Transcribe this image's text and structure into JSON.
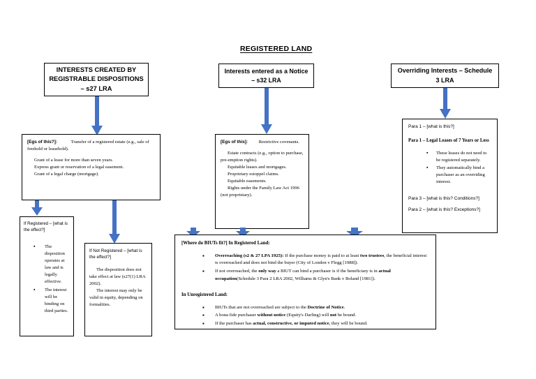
{
  "title": "REGISTERED LAND",
  "accent_color": "#4472C4",
  "headers": {
    "left": "INTERESTS CREATED BY REGISTRABLE DISPOSITIONS – s27 LRA",
    "middle": "Interests entered as a Notice – s32 LRA",
    "right": "Overriding Interests – Schedule 3 LRA"
  },
  "left_examples": {
    "label": "[Egs of this?]:",
    "first": "Transfer of a registered estate (e.g., sale of freehold or leasehold).",
    "items": [
      "Grant of a lease for more than seven years.",
      "Express grant or reservation of a legal easement.",
      "Grant of a legal charge (mortgage)."
    ]
  },
  "middle_examples": {
    "label": "[Egs of this]:",
    "first": "Restrictive covenants.",
    "items": [
      "Estate contracts (e.g., option to purchase, pre-emption rights).",
      "Equitable leases and mortgages.",
      "Proprietary estoppel claims.",
      "Equitable easements.",
      "Rights under the Family Law Act 1996 (not proprietary)."
    ]
  },
  "overriding": {
    "para1_question": "Para 1 – [what is this?]",
    "para1_heading": "Para 1 – Legal Leases of 7 Years or Less",
    "para1_bullets": [
      "These leases do not need to be registered separately.",
      "They automatically bind a purchaser as an overriding interest."
    ],
    "para3_question": "Para 3 – [what is this? Conditions?]",
    "para2_question": "Para 2 – [what is this? Exceptions?]"
  },
  "if_registered": {
    "heading": "If Registered – [what is the effect?]",
    "bullets": [
      "The disposition operates at law and is legally effective.",
      "The interest will be binding on third parties."
    ]
  },
  "if_not_registered": {
    "heading": "If Not Registered – [what is the effect?]",
    "lines": [
      "The disposition does not take effect at law (s27(1) LRA 2002).",
      "The interest may only be valid in equity, depending on formalities."
    ]
  },
  "biuts": {
    "heading": "[Where do BIUTs fit?] In Registered Land:",
    "registered_bullets": [
      {
        "bold_lead": "Overreaching (s2 & 27 LPA 1925):",
        "text_1": " If the purchase money is paid to at least ",
        "bold_mid": "two trustees",
        "text_2": ", the beneficial interest is overreached and does not bind the buyer (City of London v Flegg [1988])."
      },
      {
        "text_1": "If not overreached, the ",
        "bold_mid": "only way",
        "text_2": " a BIUT can bind a purchaser is if the beneficiary is in ",
        "bold_end": "actual occupation",
        "text_3": "(Schedule 3 Para 2 LRA 2002, Williams & Glyn's Bank v Boland [1981])."
      }
    ],
    "unregistered_heading": "In Unregistered Land:",
    "unregistered_bullets": [
      {
        "text_1": "BIUTs that are not overreached are subject to the ",
        "bold_mid": "Doctrine of Notice",
        "text_2": "."
      },
      {
        "text_1": "A bona fide purchaser ",
        "bold_mid": "without notice",
        "text_2": " (Equity's Darling) will ",
        "bold_end": "not",
        "text_3": " be bound."
      },
      {
        "text_1": "If the purchaser has ",
        "bold_mid": "actual, constructive, or imputed notice",
        "text_2": ", they will be bound."
      }
    ]
  }
}
